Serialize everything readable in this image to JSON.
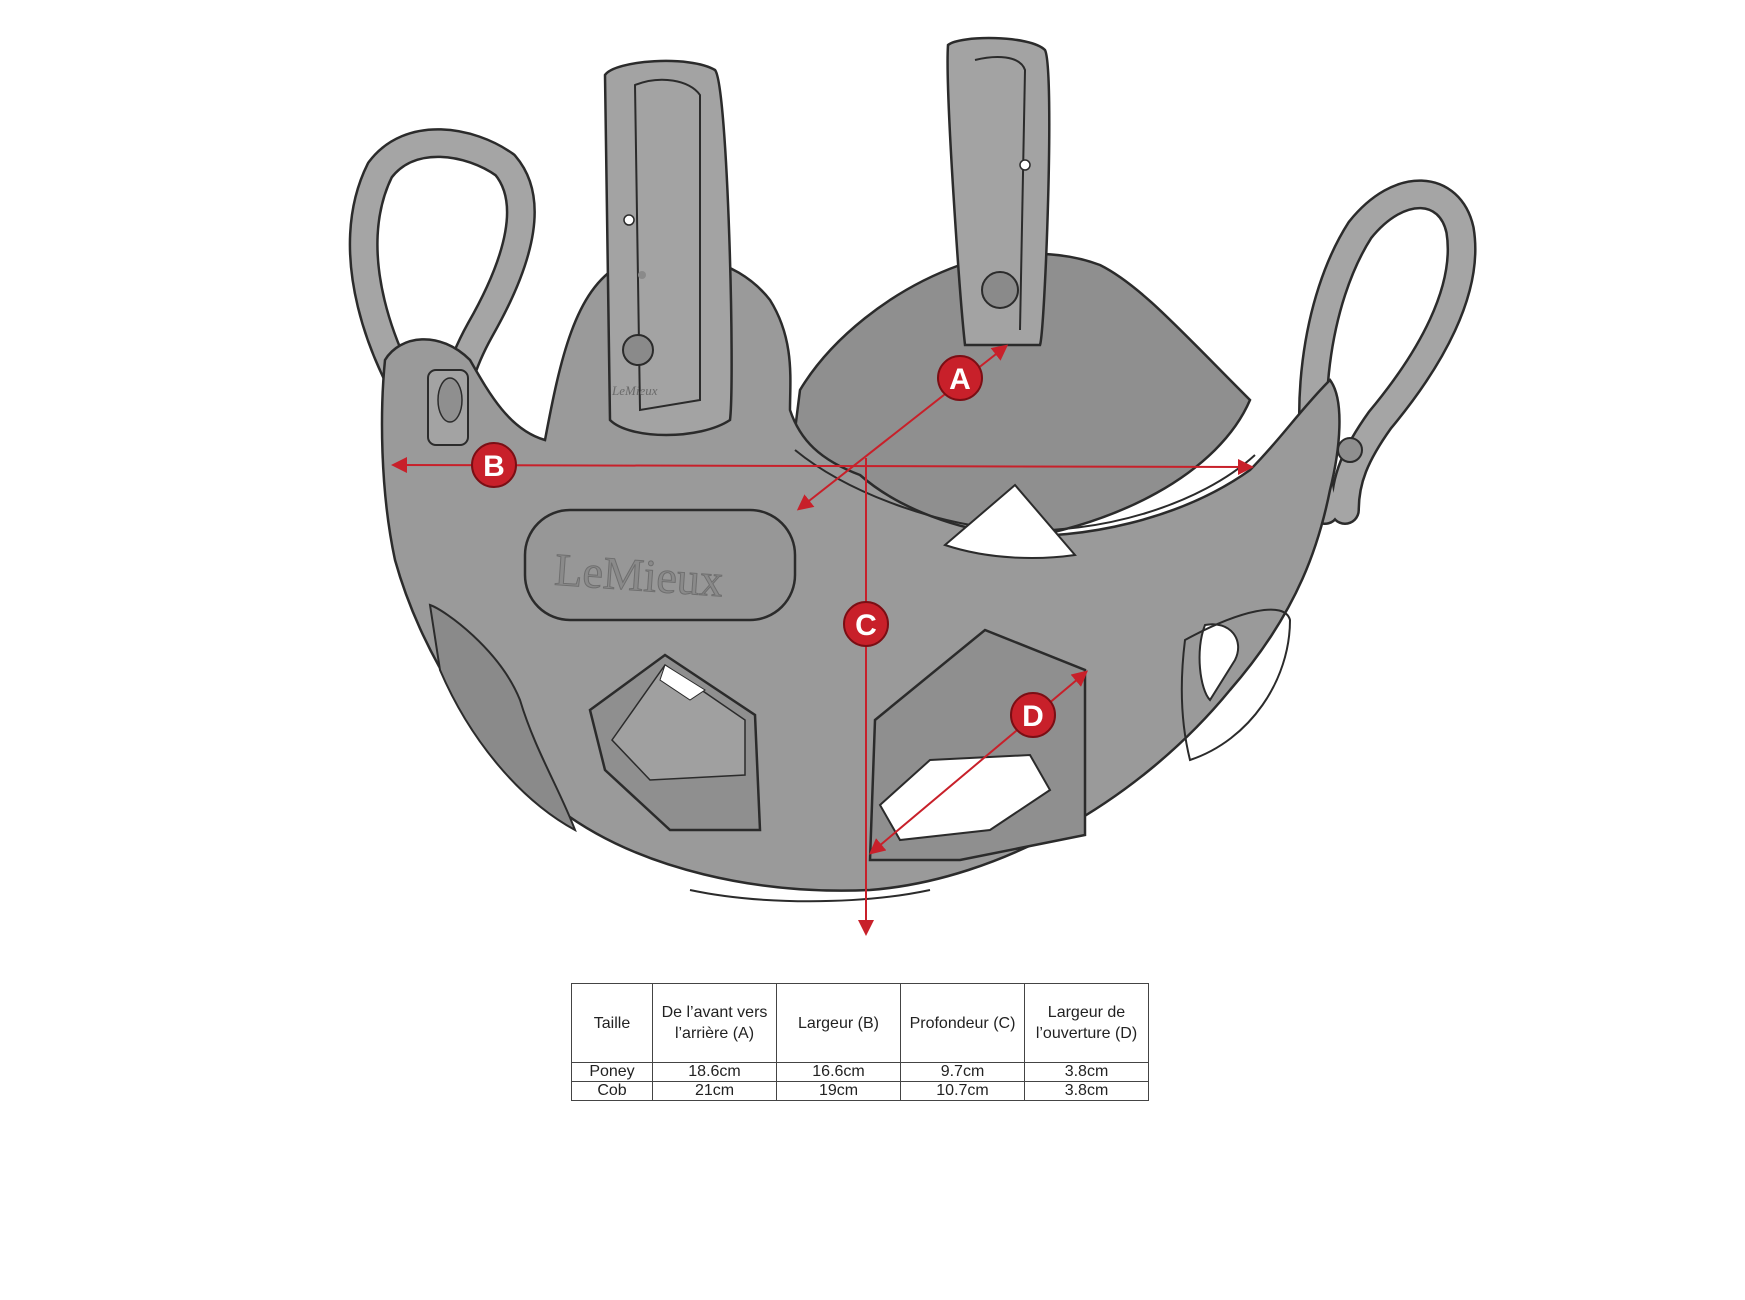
{
  "diagram": {
    "brand_logo": "LeMieux",
    "markers": [
      {
        "id": "A"
      },
      {
        "id": "B"
      },
      {
        "id": "C"
      },
      {
        "id": "D"
      }
    ],
    "colors": {
      "body_fill": "#9a9a9a",
      "outline": "#2b2b2b",
      "arrow": "#c8202a",
      "marker_fill": "#c8202a"
    }
  },
  "table": {
    "headers": [
      "Taille",
      "De l’avant vers l’arrière (A)",
      "Largeur (B)",
      "Profondeur (C)",
      "Largeur de l’ouverture (D)"
    ],
    "rows": [
      [
        "Poney",
        "18.6cm",
        "16.6cm",
        "9.7cm",
        "3.8cm"
      ],
      [
        "Cob",
        "21cm",
        "19cm",
        "10.7cm",
        "3.8cm"
      ]
    ]
  }
}
